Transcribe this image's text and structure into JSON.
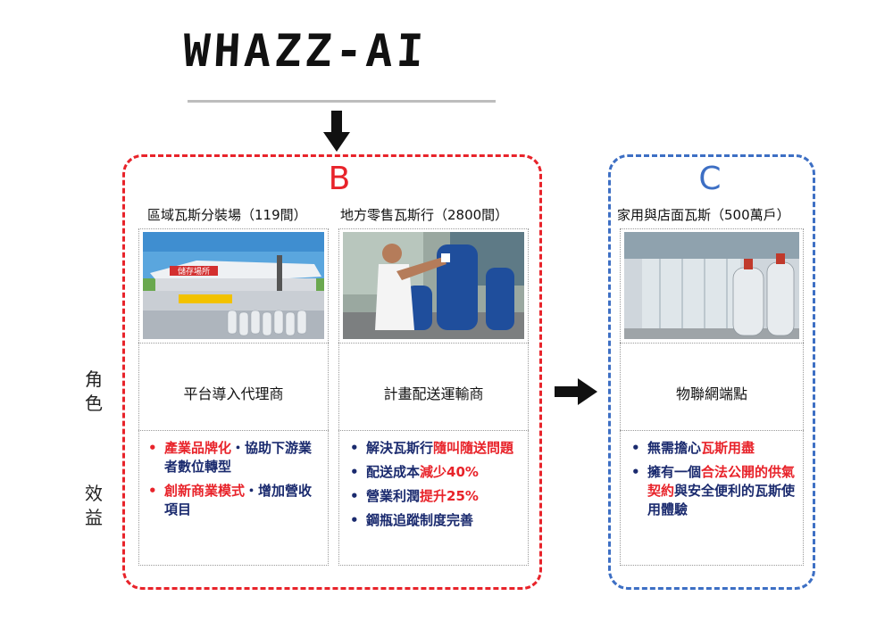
{
  "header": {
    "brand": "WHAZZ-AI"
  },
  "groups": {
    "b": {
      "letter": "B"
    },
    "c": {
      "letter": "C"
    }
  },
  "columns": [
    {
      "heading": "區域瓦斯分裝場（119間）",
      "photo_sign": "儲存場所",
      "role": "平台導入代理商"
    },
    {
      "heading": "地方零售瓦斯行（2800間）",
      "role": "計畫配送運輸商"
    },
    {
      "heading": "家用與店面瓦斯（500萬戶）",
      "role": "物聯網端點"
    }
  ],
  "side_labels": {
    "role": [
      "角",
      "色"
    ],
    "benefit": [
      "效",
      "益"
    ]
  },
  "benefits": {
    "col1": [
      {
        "hl": "產業品牌化",
        "rest": "・協助下游業者數位轉型"
      },
      {
        "hl": "創新商業模式",
        "rest": "・增加營收項目"
      }
    ],
    "col2": [
      {
        "pre": "解決瓦斯行",
        "hl": "隨叫隨送問題",
        "post": ""
      },
      {
        "pre": "配送成本",
        "hl": "減少40%",
        "post": ""
      },
      {
        "pre": "營業利潤",
        "hl": "提升25%",
        "post": ""
      },
      {
        "pre": "鋼瓶追蹤制度完善",
        "hl": "",
        "post": ""
      }
    ],
    "col3": [
      {
        "pre": "無需擔心",
        "hl": "瓦斯用盡",
        "post": ""
      },
      {
        "pre": "擁有一個",
        "hl": "合法公開的供氣契約",
        "post": "與安全便利的瓦斯使用體驗"
      }
    ]
  },
  "bullet": "•",
  "colors": {
    "group_b": "#e8232a",
    "group_c": "#3d6fc4",
    "benefit_text": "#1a2a6e",
    "highlight": "#e8232a"
  },
  "icons": {
    "down_arrow": "arrow-down-icon",
    "right_arrow": "arrow-right-icon"
  }
}
